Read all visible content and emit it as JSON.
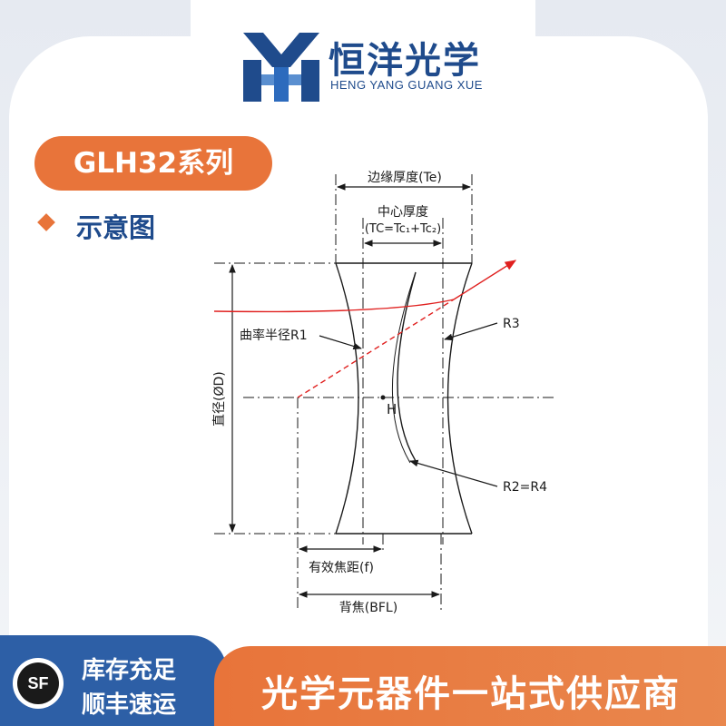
{
  "brand": {
    "name_cn": "恒洋光学",
    "name_en": "HENG YANG GUANG XUE",
    "logo_icon": "hy-logo-icon"
  },
  "series_label": "GLH32系列",
  "section_title": "示意图",
  "diagram": {
    "edge_thickness": "边缘厚度(Te)",
    "center_thickness_line1": "中心厚度",
    "center_thickness_line2": "(TC=Tc₁+Tc₂)",
    "radius_r1": "曲率半径R1",
    "r3": "R3",
    "r2_r4": "R2=R4",
    "diameter": "直径(ØD)",
    "h_point": "H",
    "effective_focal_length": "有效焦距(f)",
    "back_focal_length": "背焦(BFL)",
    "colors": {
      "ray": "#e0201f",
      "line": "#1a1a1a"
    }
  },
  "footer": {
    "stock_line1": "库存充足",
    "stock_line2": "顺丰速运",
    "sf_logo": "SF",
    "slogan": "光学元器件一站式供应商",
    "colors": {
      "blue": "#2d5fa6",
      "orange": "#e8743a"
    }
  }
}
